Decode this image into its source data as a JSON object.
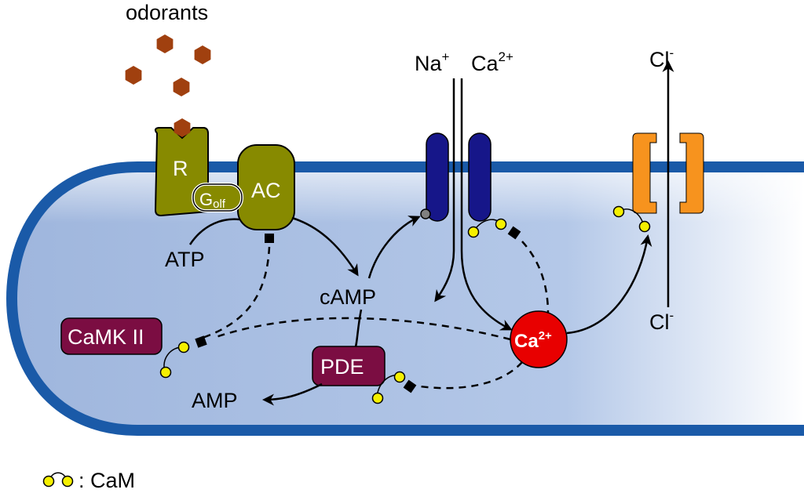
{
  "labels": {
    "odorants": "odorants",
    "receptor": "R",
    "golf_main": "G",
    "golf_sub": "olf",
    "adenylyl_cyclase": "AC",
    "atp": "ATP",
    "camp": "cAMP",
    "amp": "AMP",
    "camkii": "CaMK II",
    "pde": "PDE",
    "na": "Na",
    "na_sup": "+",
    "ca": "Ca",
    "ca_sup": "2+",
    "cl_top": "Cl",
    "cl_top_sup": "-",
    "cl_bottom": "Cl",
    "cl_bottom_sup": "-",
    "ca_ion": "Ca",
    "ca_ion_sup": "2+",
    "legend_cam": ": CaM"
  },
  "colors": {
    "membrane": "#1a5aa8",
    "cytoplasm": "#a8bfe2",
    "olive": "#878a00",
    "purple": "#7b0d42",
    "cng_channel": "#161689",
    "cl_channel": "#f7931e",
    "calcium": "#e80000",
    "odorant": "#a0400f",
    "cam": "#f5f000"
  }
}
